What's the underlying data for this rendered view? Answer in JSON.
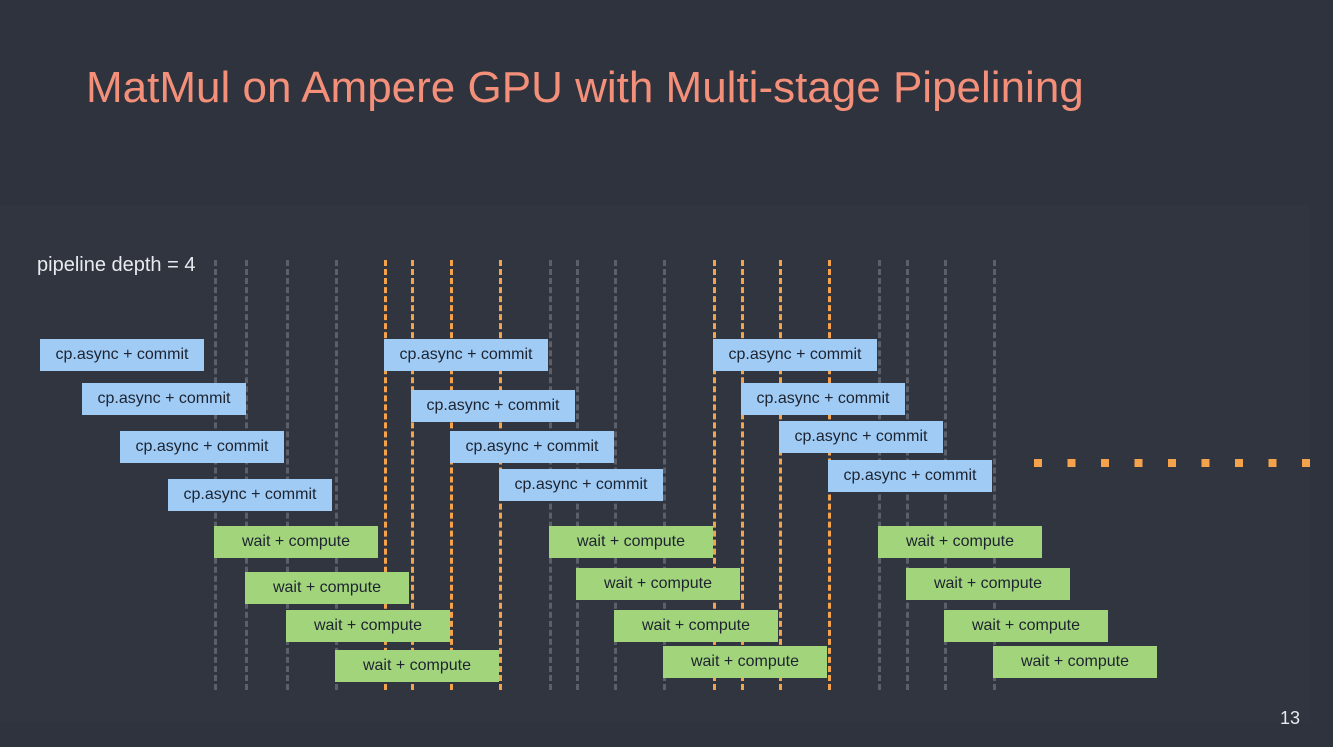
{
  "slide": {
    "title": "MatMul on Ampere GPU with Multi-stage Pipelining",
    "page_number": "13"
  },
  "diagram": {
    "depth_label": "pipeline depth = 4",
    "cp_label": "cp.async + commit",
    "wc_label": "wait + compute"
  },
  "colors": {
    "title": "#f4907a",
    "cp_box": "#9fcbf5",
    "wc_box": "#a2d47b",
    "sync_line": "#f5a24c",
    "grid_line": "#5a5f6a"
  }
}
